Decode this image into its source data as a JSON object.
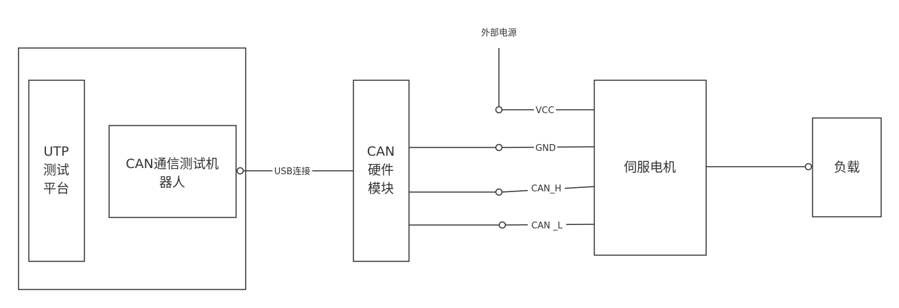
{
  "blocks": {
    "utp_platform": {
      "lines": [
        "UTP",
        "测试",
        "平台"
      ]
    },
    "can_robot": {
      "lines": [
        "CAN通信测试机",
        "器人"
      ]
    },
    "can_hardware": {
      "lines": [
        "CAN",
        "硬件",
        "模块"
      ]
    },
    "servo_motor": {
      "lines": [
        "伺服电机"
      ]
    },
    "load": {
      "lines": [
        "负载"
      ]
    }
  },
  "signals": {
    "usb": "USB连接",
    "external_power": "外部电源",
    "vcc": "VCC",
    "gnd": "GND",
    "can_h": "CAN_H",
    "can_l": "CAN _L"
  },
  "colors": {
    "line": "#333333",
    "background": "#ffffff"
  }
}
